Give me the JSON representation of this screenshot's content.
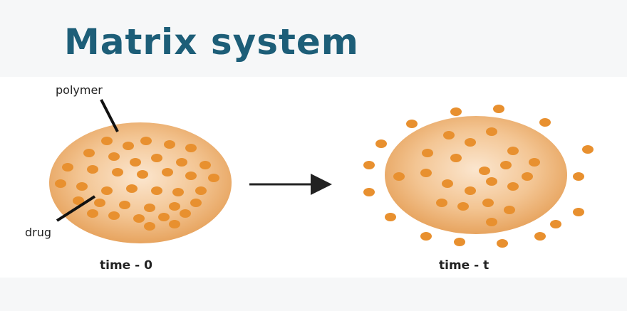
{
  "title": "Matrix system",
  "labels": {
    "polymer": "polymer",
    "drug": "drug"
  },
  "captions": {
    "left": "time - 0",
    "right": "time - t"
  },
  "colors": {
    "title": "#1d5e78",
    "sphere_center": "#fbe6cf",
    "sphere_edge": "#e7a45f",
    "drug_dot": "#e8902f",
    "arrow": "#222222"
  }
}
